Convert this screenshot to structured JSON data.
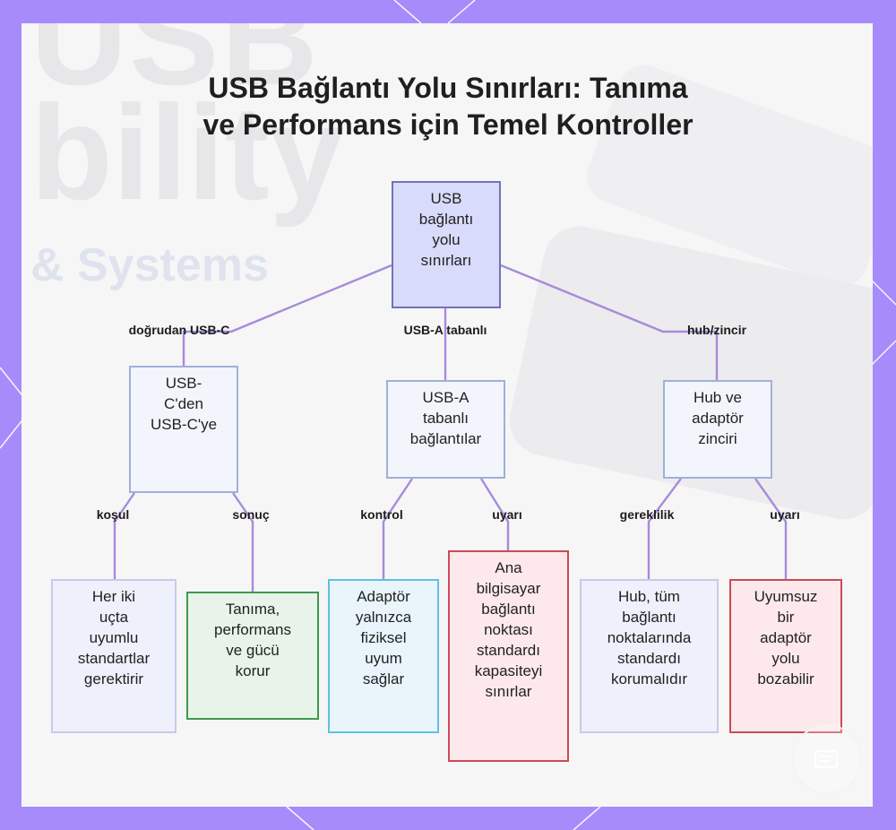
{
  "title": {
    "line1": "USB Bağlantı Yolu Sınırları: Tanıma",
    "line2": "ve Performans için Temel Kontroller"
  },
  "watermark": {
    "usb": "USB",
    "bility": "bility",
    "systems": "& Systems"
  },
  "nodes": {
    "root": [
      "USB",
      "bağlantı",
      "yolu",
      "sınırları"
    ],
    "usbc": [
      "USB-",
      "C'den",
      "USB-C'ye"
    ],
    "usba": [
      "USB-A",
      "tabanlı",
      "bağlantılar"
    ],
    "hub": [
      "Hub ve",
      "adaptör",
      "zinciri"
    ],
    "both_ends": [
      "Her iki",
      "uçta",
      "uyumlu",
      "standartlar",
      "gerektirir"
    ],
    "protects": [
      "Tanıma,",
      "performans",
      "ve gücü",
      "korur"
    ],
    "adapter_fit": [
      "Adaptör",
      "yalnızca",
      "fiziksel",
      "uyum",
      "sağlar"
    ],
    "host_limits": [
      "Ana",
      "bilgisayar",
      "bağlantı",
      "noktası",
      "standardı",
      "kapasiteyi",
      "sınırlar"
    ],
    "hub_standard": [
      "Hub, tüm",
      "bağlantı",
      "noktalarında",
      "standardı",
      "korumalıdır"
    ],
    "bad_adapter": [
      "Uyumsuz",
      "bir",
      "adaptör",
      "yolu",
      "bozabilir"
    ]
  },
  "edge_labels": {
    "to_usbc": "doğrudan USB-C",
    "to_usba": "USB-A tabanlı",
    "to_hub": "hub/zincir",
    "usbc_condition": "koşul",
    "usbc_result": "sonuç",
    "usba_control": "kontrol",
    "usba_warning": "uyarı",
    "hub_requirement": "gereklilik",
    "hub_warning": "uyarı"
  },
  "colors": {
    "background": "#a78bfa",
    "edge": "#a78bdb",
    "root_fill": "#d9dbfb",
    "green_border": "#3e9a4c",
    "cyan_border": "#5cc3df",
    "red_border": "#cc4a55"
  }
}
